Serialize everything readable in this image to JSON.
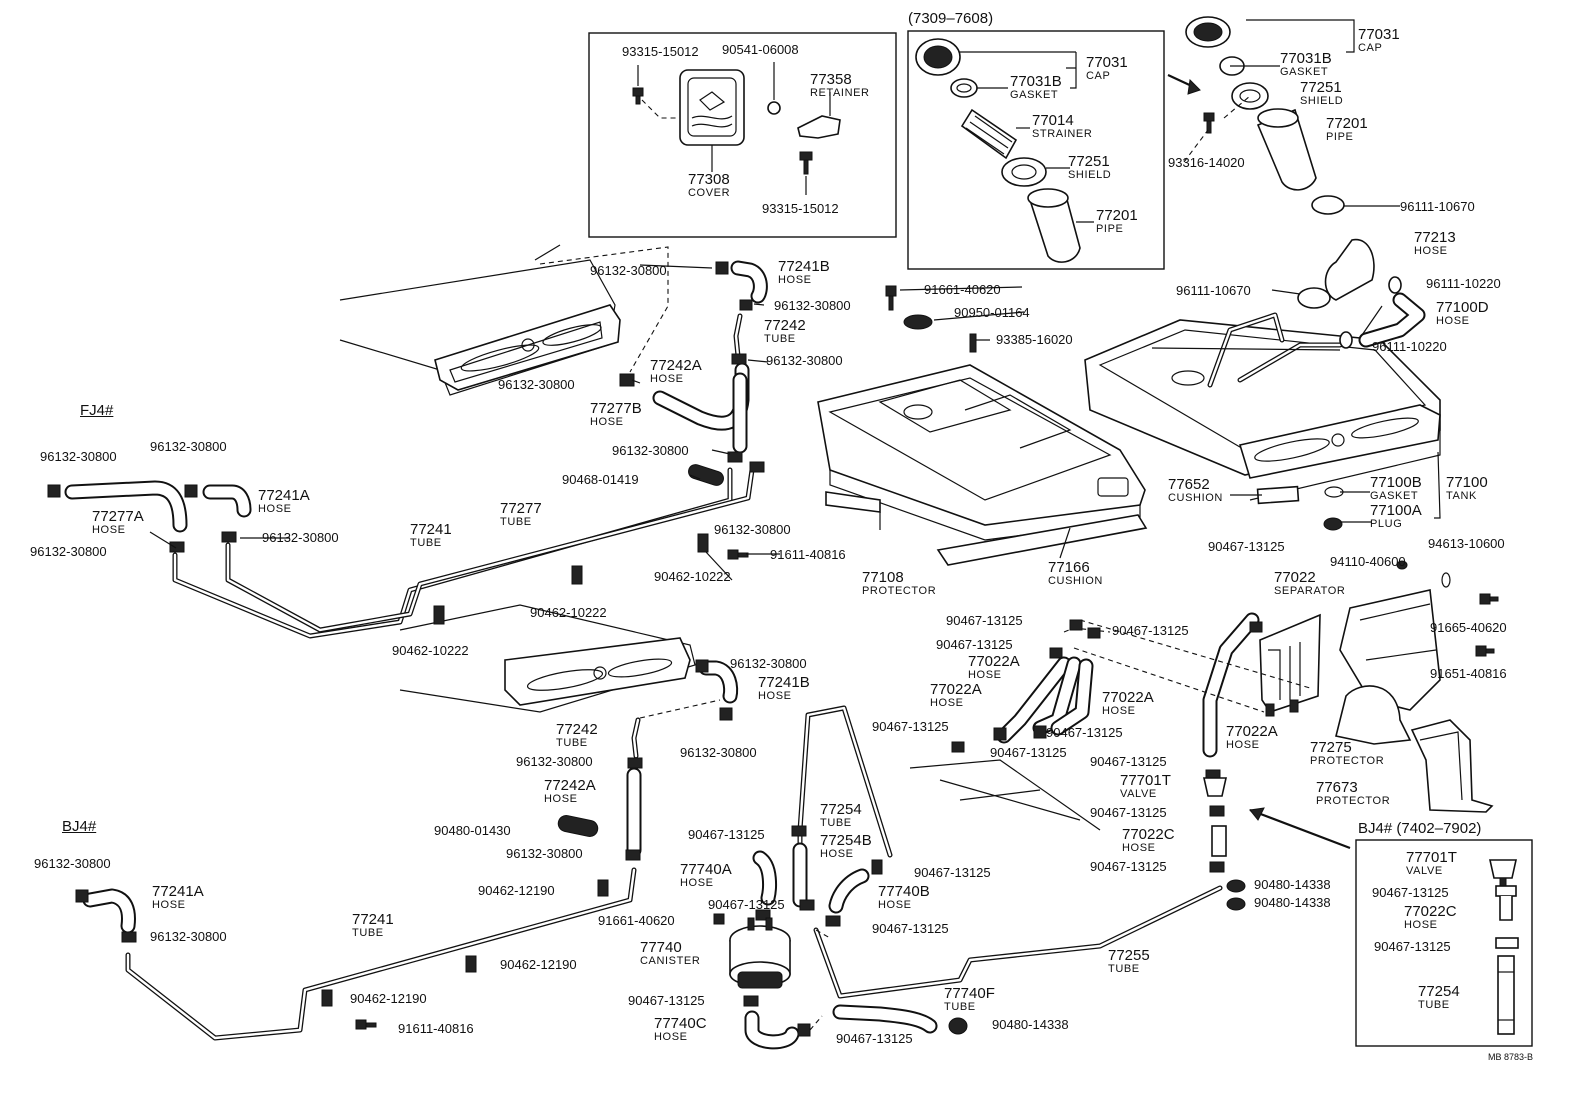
{
  "headers": {
    "fj4": "FJ4#",
    "bj4": "BJ4#",
    "top_range": "(7309–7608)",
    "bj4_range": "BJ4# (7402–7902)",
    "code": "MB 8783-B"
  },
  "labels": [
    {
      "id": "93315-15012-a",
      "num": "93315-15012",
      "name": ""
    },
    {
      "id": "90541-06008",
      "num": "90541-06008",
      "name": ""
    },
    {
      "id": "77358",
      "num": "77358",
      "name": "RETAINER"
    },
    {
      "id": "77308",
      "num": "77308",
      "name": "COVER"
    },
    {
      "id": "93315-15012-b",
      "num": "93315-15012",
      "name": ""
    },
    {
      "id": "77031-a",
      "num": "77031",
      "name": "CAP"
    },
    {
      "id": "77031B-a",
      "num": "77031B",
      "name": "GASKET"
    },
    {
      "id": "77014",
      "num": "77014",
      "name": "STRAINER"
    },
    {
      "id": "77251-a",
      "num": "77251",
      "name": "SHIELD"
    },
    {
      "id": "77201-a",
      "num": "77201",
      "name": "PIPE"
    },
    {
      "id": "77031-b",
      "num": "77031",
      "name": "CAP"
    },
    {
      "id": "77031B-b",
      "num": "77031B",
      "name": "GASKET"
    },
    {
      "id": "77251-b",
      "num": "77251",
      "name": "SHIELD"
    },
    {
      "id": "77201-b",
      "num": "77201",
      "name": "PIPE"
    },
    {
      "id": "93316-14020",
      "num": "93316-14020",
      "name": ""
    },
    {
      "id": "96111-10670-a",
      "num": "96111-10670",
      "name": ""
    },
    {
      "id": "77213",
      "num": "77213",
      "name": "HOSE"
    },
    {
      "id": "96111-10220-a",
      "num": "96111-10220",
      "name": ""
    },
    {
      "id": "96111-10670-b",
      "num": "96111-10670",
      "name": ""
    },
    {
      "id": "77100D",
      "num": "77100D",
      "name": "HOSE"
    },
    {
      "id": "96111-10220-b",
      "num": "96111-10220",
      "name": ""
    },
    {
      "id": "96132-30800-1",
      "num": "96132-30800",
      "name": ""
    },
    {
      "id": "77241B-a",
      "num": "77241B",
      "name": "HOSE"
    },
    {
      "id": "96132-30800-2",
      "num": "96132-30800",
      "name": ""
    },
    {
      "id": "77242-a",
      "num": "77242",
      "name": "TUBE"
    },
    {
      "id": "96132-30800-3",
      "num": "96132-30800",
      "name": ""
    },
    {
      "id": "77242A-a",
      "num": "77242A",
      "name": "HOSE"
    },
    {
      "id": "96132-30800-4",
      "num": "96132-30800",
      "name": ""
    },
    {
      "id": "77277B",
      "num": "77277B",
      "name": "HOSE"
    },
    {
      "id": "96132-30800-5",
      "num": "96132-30800",
      "name": ""
    },
    {
      "id": "90468-01419",
      "num": "90468-01419",
      "name": ""
    },
    {
      "id": "96132-30800-6",
      "num": "96132-30800",
      "name": ""
    },
    {
      "id": "91661-40620-a",
      "num": "91661-40620",
      "name": ""
    },
    {
      "id": "90950-01164",
      "num": "90950-01164",
      "name": ""
    },
    {
      "id": "93385-16020",
      "num": "93385-16020",
      "name": ""
    },
    {
      "id": "96132-30800-7",
      "num": "96132-30800",
      "name": ""
    },
    {
      "id": "96132-30800-8",
      "num": "96132-30800",
      "name": ""
    },
    {
      "id": "77277A",
      "num": "77277A",
      "name": "HOSE"
    },
    {
      "id": "77241A-a",
      "num": "77241A",
      "name": "HOSE"
    },
    {
      "id": "96132-30800-9",
      "num": "96132-30800",
      "name": ""
    },
    {
      "id": "96132-30800-10",
      "num": "96132-30800",
      "name": ""
    },
    {
      "id": "77241-a",
      "num": "77241",
      "name": "TUBE"
    },
    {
      "id": "77277",
      "num": "77277",
      "name": "TUBE"
    },
    {
      "id": "90462-10222-a",
      "num": "90462-10222",
      "name": ""
    },
    {
      "id": "91611-40816-a",
      "num": "91611-40816",
      "name": ""
    },
    {
      "id": "90462-10222-b",
      "num": "90462-10222",
      "name": ""
    },
    {
      "id": "90462-10222-c",
      "num": "90462-10222",
      "name": ""
    },
    {
      "id": "77108",
      "num": "77108",
      "name": "PROTECTOR"
    },
    {
      "id": "77166",
      "num": "77166",
      "name": "CUSHION"
    },
    {
      "id": "77652",
      "num": "77652",
      "name": "CUSHION"
    },
    {
      "id": "77100B",
      "num": "77100B",
      "name": "GASKET"
    },
    {
      "id": "77100",
      "num": "77100",
      "name": "TANK"
    },
    {
      "id": "77100A",
      "num": "77100A",
      "name": "PLUG"
    },
    {
      "id": "90467-13125-1",
      "num": "90467-13125",
      "name": ""
    },
    {
      "id": "94110-40600",
      "num": "94110-40600",
      "name": ""
    },
    {
      "id": "94613-10600",
      "num": "94613-10600",
      "name": ""
    },
    {
      "id": "77022",
      "num": "77022",
      "name": "SEPARATOR"
    },
    {
      "id": "91665-40620",
      "num": "91665-40620",
      "name": ""
    },
    {
      "id": "91651-40816",
      "num": "91651-40816",
      "name": ""
    },
    {
      "id": "90467-13125-2",
      "num": "90467-13125",
      "name": ""
    },
    {
      "id": "90467-13125-3",
      "num": "90467-13125",
      "name": ""
    },
    {
      "id": "90467-13125-4",
      "num": "90467-13125",
      "name": ""
    },
    {
      "id": "77022A-a",
      "num": "77022A",
      "name": "HOSE"
    },
    {
      "id": "77022A-b",
      "num": "77022A",
      "name": "HOSE"
    },
    {
      "id": "77022A-c",
      "num": "77022A",
      "name": "HOSE"
    },
    {
      "id": "90467-13125-5",
      "num": "90467-13125",
      "name": ""
    },
    {
      "id": "90467-13125-6",
      "num": "90467-13125",
      "name": ""
    },
    {
      "id": "90467-13125-7",
      "num": "90467-13125",
      "name": ""
    },
    {
      "id": "77022A-d",
      "num": "77022A",
      "name": "HOSE"
    },
    {
      "id": "77275",
      "num": "77275",
      "name": "PROTECTOR"
    },
    {
      "id": "77673",
      "num": "77673",
      "name": "PROTECTOR"
    },
    {
      "id": "90467-13125-8",
      "num": "90467-13125",
      "name": ""
    },
    {
      "id": "77701T-a",
      "num": "77701T",
      "name": "VALVE"
    },
    {
      "id": "90467-13125-9",
      "num": "90467-13125",
      "name": ""
    },
    {
      "id": "77022C-a",
      "num": "77022C",
      "name": "HOSE"
    },
    {
      "id": "90467-13125-10",
      "num": "90467-13125",
      "name": ""
    },
    {
      "id": "96132-30800-11",
      "num": "96132-30800",
      "name": ""
    },
    {
      "id": "77241B-b",
      "num": "77241B",
      "name": "HOSE"
    },
    {
      "id": "77242-b",
      "num": "77242",
      "name": "TUBE"
    },
    {
      "id": "96132-30800-12",
      "num": "96132-30800",
      "name": ""
    },
    {
      "id": "96132-30800-13",
      "num": "96132-30800",
      "name": ""
    },
    {
      "id": "77242A-b",
      "num": "77242A",
      "name": "HOSE"
    },
    {
      "id": "90480-01430",
      "num": "90480-01430",
      "name": ""
    },
    {
      "id": "96132-30800-14",
      "num": "96132-30800",
      "name": ""
    },
    {
      "id": "90462-12190-a",
      "num": "90462-12190",
      "name": ""
    },
    {
      "id": "96132-30800-15",
      "num": "96132-30800",
      "name": ""
    },
    {
      "id": "77241A-b",
      "num": "77241A",
      "name": "HOSE"
    },
    {
      "id": "96132-30800-16",
      "num": "96132-30800",
      "name": ""
    },
    {
      "id": "77241-b",
      "num": "77241",
      "name": "TUBE"
    },
    {
      "id": "90462-12190-b",
      "num": "90462-12190",
      "name": ""
    },
    {
      "id": "90462-12190-c",
      "num": "90462-12190",
      "name": ""
    },
    {
      "id": "91611-40816-b",
      "num": "91611-40816",
      "name": ""
    },
    {
      "id": "77254-a",
      "num": "77254",
      "name": "TUBE"
    },
    {
      "id": "90467-13125-11",
      "num": "90467-13125",
      "name": ""
    },
    {
      "id": "77254B",
      "num": "77254B",
      "name": "HOSE"
    },
    {
      "id": "90467-13125-12",
      "num": "90467-13125",
      "name": ""
    },
    {
      "id": "77740A",
      "num": "77740A",
      "name": "HOSE"
    },
    {
      "id": "77740B",
      "num": "77740B",
      "name": "HOSE"
    },
    {
      "id": "90467-13125-13",
      "num": "90467-13125",
      "name": ""
    },
    {
      "id": "91661-40620-b",
      "num": "91661-40620",
      "name": ""
    },
    {
      "id": "90467-13125-14",
      "num": "90467-13125",
      "name": ""
    },
    {
      "id": "77740",
      "num": "77740",
      "name": "CANISTER"
    },
    {
      "id": "77740F",
      "num": "77740F",
      "name": "TUBE"
    },
    {
      "id": "90467-13125-15",
      "num": "90467-13125",
      "name": ""
    },
    {
      "id": "90480-14338-a",
      "num": "90480-14338",
      "name": ""
    },
    {
      "id": "77740C",
      "num": "77740C",
      "name": "HOSE"
    },
    {
      "id": "90467-13125-16",
      "num": "90467-13125",
      "name": ""
    },
    {
      "id": "77255",
      "num": "77255",
      "name": "TUBE"
    },
    {
      "id": "90480-14338-b",
      "num": "90480-14338",
      "name": ""
    },
    {
      "id": "90480-14338-c",
      "num": "90480-14338",
      "name": ""
    },
    {
      "id": "77701T-b",
      "num": "77701T",
      "name": "VALVE"
    },
    {
      "id": "90467-13125-17",
      "num": "90467-13125",
      "name": ""
    },
    {
      "id": "77022C-b",
      "num": "77022C",
      "name": "HOSE"
    },
    {
      "id": "90467-13125-18",
      "num": "90467-13125",
      "name": ""
    },
    {
      "id": "77254-b",
      "num": "77254",
      "name": "TUBE"
    }
  ]
}
